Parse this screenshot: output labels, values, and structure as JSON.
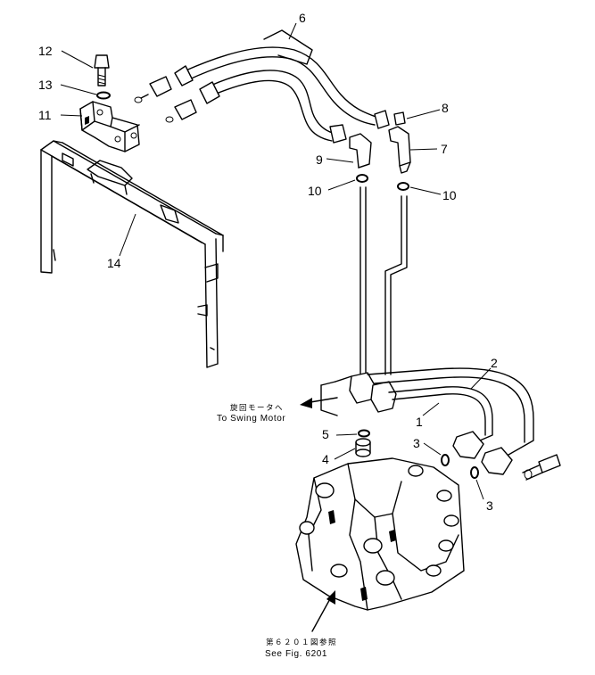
{
  "callouts": {
    "c1": "1",
    "c2": "2",
    "c3a": "3",
    "c3b": "3",
    "c4": "4",
    "c5": "5",
    "c6": "6",
    "c7": "7",
    "c8": "8",
    "c9": "9",
    "c10a": "10",
    "c10b": "10",
    "c11": "11",
    "c12": "12",
    "c13": "13",
    "c14": "14"
  },
  "notes": {
    "swing_motor_jp": "旋回モータへ",
    "swing_motor_en": "To Swing Motor",
    "see_fig_jp": "第６２０１図参照",
    "see_fig_en": "See Fig. 6201"
  }
}
